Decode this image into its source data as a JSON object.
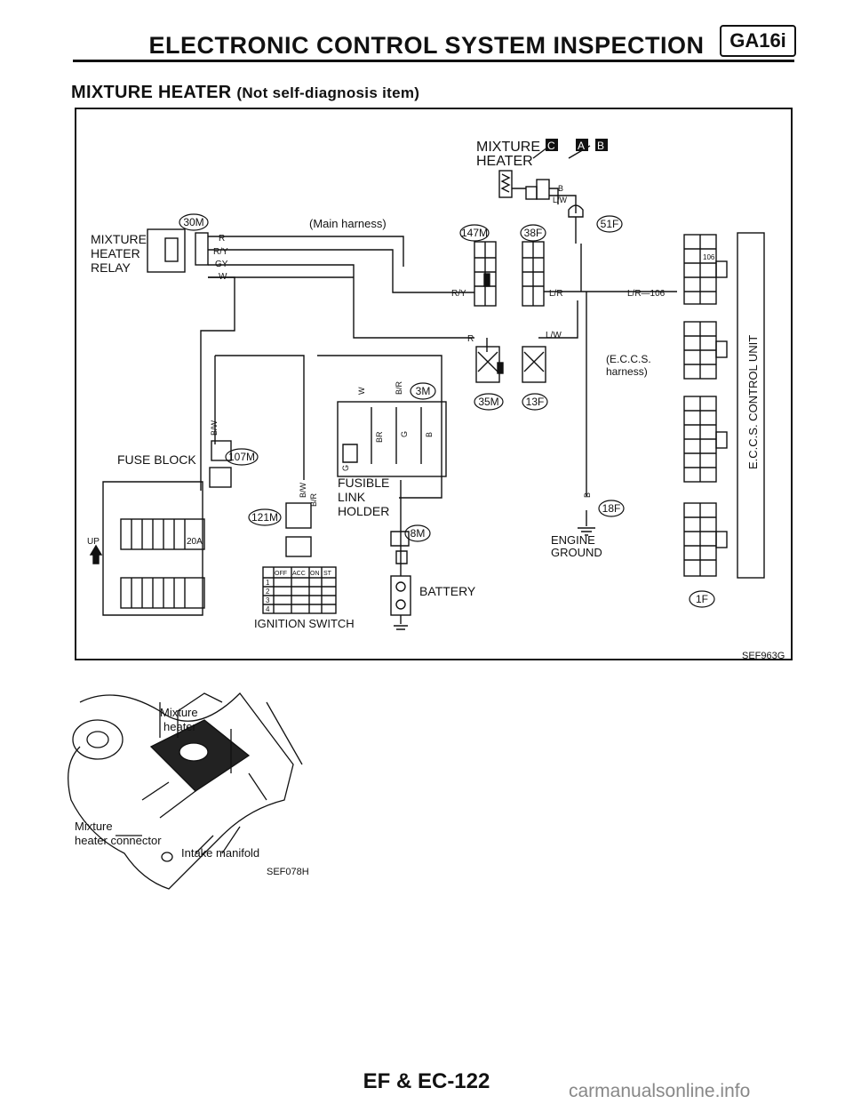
{
  "header": {
    "title": "ELECTRONIC CONTROL SYSTEM INSPECTION",
    "engine_badge": "GA16i"
  },
  "section": {
    "title": "MIXTURE HEATER",
    "subtitle": "(Not self-diagnosis item)"
  },
  "diagram": {
    "mixture_heater_label_1": "MIXTURE",
    "mixture_heater_label_2": "HEATER",
    "mh_badges": [
      "C",
      "A",
      "B"
    ],
    "relay_label": [
      "MIXTURE",
      "HEATER",
      "RELAY"
    ],
    "main_harness": "(Main harness)",
    "eccs_harness": [
      "(E.C.C.S.",
      "harness)"
    ],
    "fuse_block": "FUSE BLOCK",
    "fuse_amp": "20A",
    "up_label": "UP",
    "fusible_link": [
      "FUSIBLE",
      "LINK",
      "HOLDER"
    ],
    "ignition_switch": "IGNITION SWITCH",
    "ign_table_header": [
      "OFF",
      "ACC",
      "ON",
      "ST"
    ],
    "ign_table_rows": [
      "1",
      "2",
      "3",
      "4"
    ],
    "battery": "BATTERY",
    "engine_ground": [
      "ENGINE",
      "GROUND"
    ],
    "eccs_unit": "E.C.C.S. CONTROL UNIT",
    "connectors": [
      "30M",
      "147M",
      "38F",
      "51F",
      "35M",
      "13F",
      "3M",
      "107M",
      "121M",
      "8M",
      "18F",
      "1F"
    ],
    "wires": {
      "r": "R",
      "ry": "R/Y",
      "gy": "GY",
      "w": "W",
      "b": "B",
      "lw": "L/W",
      "lr": "L/R",
      "lr106": "L/R—106",
      "bw": "B/W",
      "br": "B/R",
      "g": "G",
      "brown": "BR",
      "pin106": "106"
    },
    "code": "SEF963G"
  },
  "photo": {
    "label_heater": [
      "Mixture",
      "heater"
    ],
    "label_connector": [
      "Mixture",
      "heater connector"
    ],
    "label_manifold": "Intake manifold",
    "code": "SEF078H"
  },
  "footer": {
    "page": "EF & EC-122",
    "watermark": "carmanualsonline.info"
  }
}
